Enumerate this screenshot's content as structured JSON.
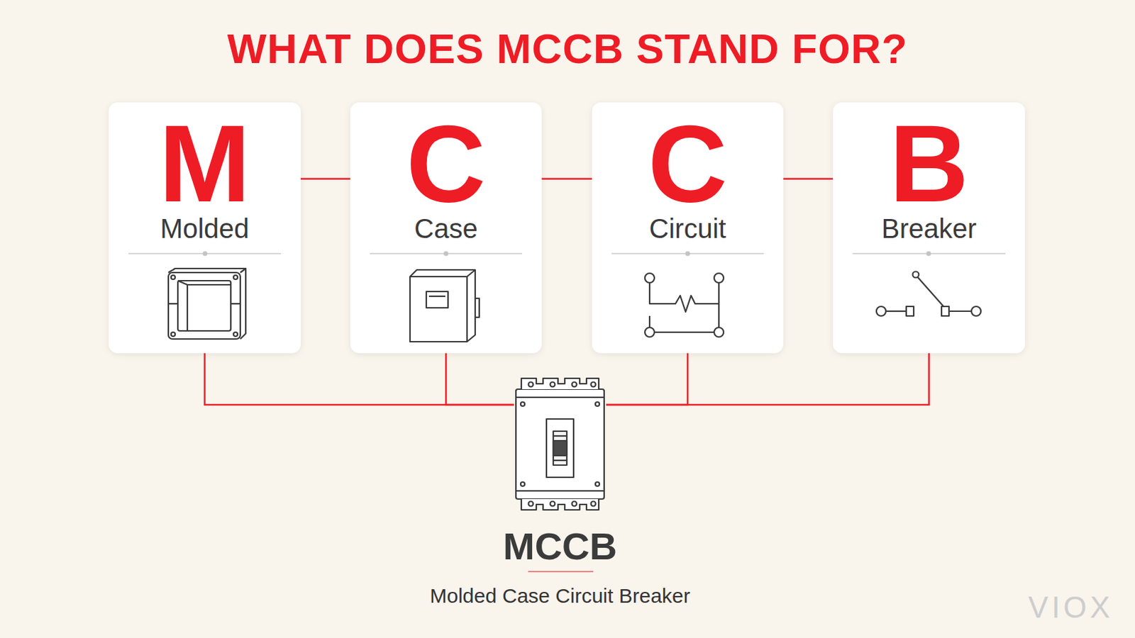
{
  "diagram": {
    "title": "WHAT DOES MCCB STAND FOR?",
    "nodes": [
      {
        "text": [
          "M",
          "Molded"
        ]
      },
      {
        "text": [
          "C",
          "Case"
        ]
      },
      {
        "text": [
          "C",
          "Circuit"
        ]
      },
      {
        "text": [
          "B",
          "Breaker"
        ]
      },
      {
        "text": [
          "MCCB",
          "Molded Case Circuit Breaker"
        ]
      }
    ],
    "edges": [
      {
        "from": 0,
        "to": 1,
        "arrow": "none"
      },
      {
        "from": 1,
        "to": 2,
        "arrow": "none"
      },
      {
        "from": 2,
        "to": 3,
        "arrow": "none"
      },
      {
        "from": 0,
        "to": 4,
        "arrow": "none"
      },
      {
        "from": 1,
        "to": 4,
        "arrow": "none"
      },
      {
        "from": 2,
        "to": 4,
        "arrow": "none"
      },
      {
        "from": 3,
        "to": 4,
        "arrow": "none"
      }
    ],
    "labels": [
      "VIOX"
    ]
  }
}
